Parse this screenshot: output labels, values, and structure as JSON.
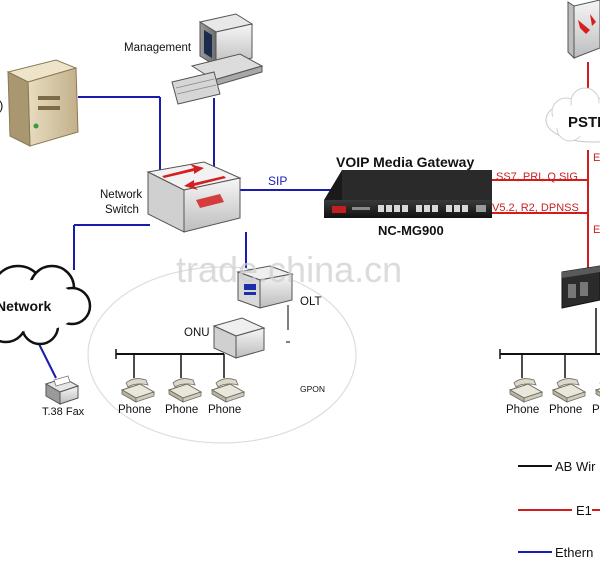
{
  "labels": {
    "management": "Management",
    "network_switch_line1": "Network",
    "network_switch_line2": "Switch",
    "sip": "SIP",
    "gateway_title": "VOIP Media Gateway",
    "gateway_model": "NC-MG900",
    "ss7": "SS7, PRI, Q.SIG",
    "v52": "V5.2, R2, DPNSS",
    "pstn": "PSTN",
    "e_top": "E",
    "e_bottom": "E",
    "cloud_network": "Network",
    "fax": "T.38 Fax",
    "olt": "OLT",
    "onu": "ONU",
    "gpon": "GPON",
    "server_fragment": ")"
  },
  "phones_left": [
    "Phone",
    "Phone",
    "Phone"
  ],
  "phones_right": [
    "Phone",
    "Phone",
    "P"
  ],
  "legend": {
    "ab_wire": "AB Wir",
    "e1": "E1",
    "ethernet": "Ethern"
  },
  "watermark": "trade.china.cn",
  "colors": {
    "ethernet": "#1b1bb0",
    "e1": "#d21c1c",
    "ab_wire": "#111111",
    "switch_arrow": "#d42020",
    "label_red": "#cc1f1f"
  }
}
